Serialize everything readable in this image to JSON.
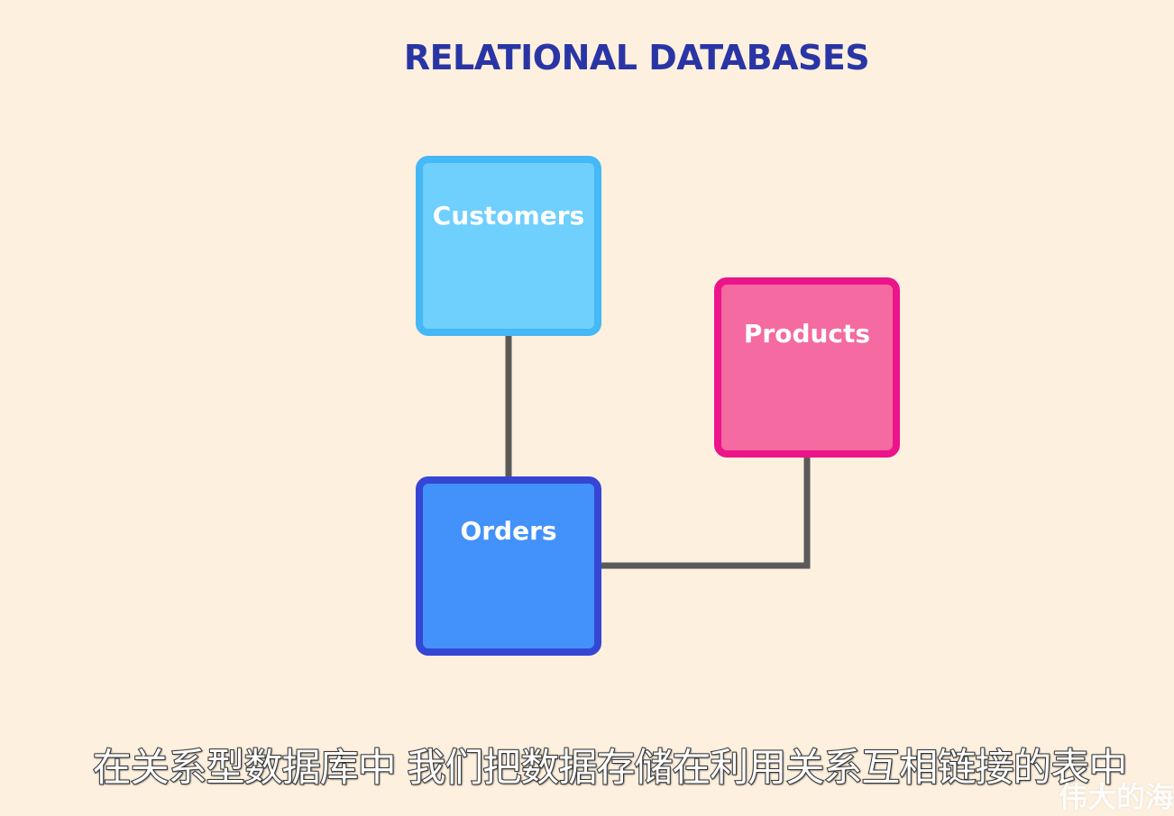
{
  "title": "RELATIONAL DATABASES",
  "tables": {
    "customers": {
      "label": "Customers",
      "fill": "#6fcffd",
      "border": "#45b8f6"
    },
    "products": {
      "label": "Products",
      "fill": "#f46aa1",
      "border": "#ec148a"
    },
    "orders": {
      "label": "Orders",
      "fill": "#4391fb",
      "border": "#3646d4"
    }
  },
  "relationships": [
    {
      "from": "customers",
      "to": "orders"
    },
    {
      "from": "products",
      "to": "orders"
    }
  ],
  "connector_color": "#5a5a5a",
  "subtitle": "在关系型数据库中 我们把数据存储在利用关系互相链接的表中",
  "watermark": "伟大的海"
}
